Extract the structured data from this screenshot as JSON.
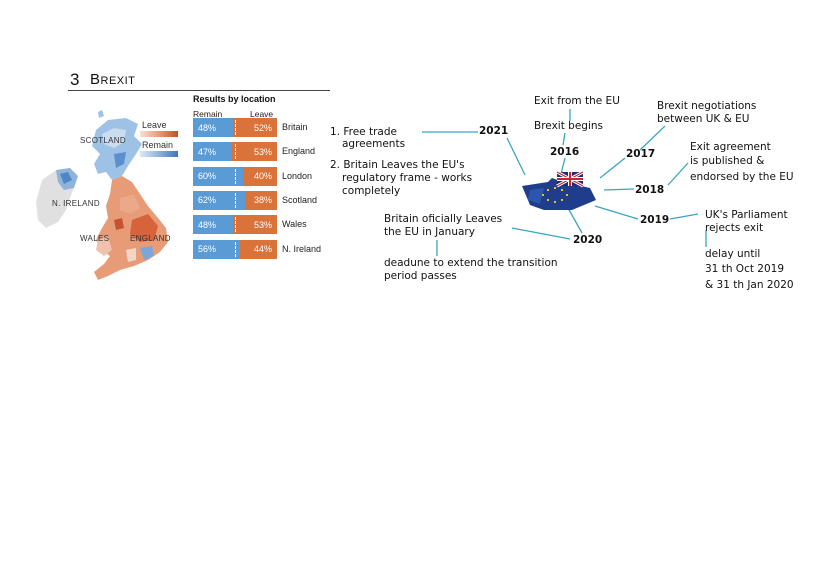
{
  "section": {
    "number": "3",
    "title": "Brexit"
  },
  "map": {
    "labels": {
      "scotland": "SCOTLAND",
      "n_ireland": "N. IRELAND",
      "wales": "WALES",
      "england": "ENGLAND"
    },
    "legend": {
      "leave": "Leave",
      "remain": "Remain"
    },
    "colors": {
      "remain": "#5b9bd5",
      "leave": "#d9733a"
    }
  },
  "results": {
    "title": "Results by location",
    "col_remain": "Remain",
    "col_leave": "Leave",
    "rows": [
      {
        "remain": "48%",
        "leave": "52%",
        "place": "Britain",
        "remain_share": 0.48
      },
      {
        "remain": "47%",
        "leave": "53%",
        "place": "England",
        "remain_share": 0.47
      },
      {
        "remain": "60%",
        "leave": "40%",
        "place": "London",
        "remain_share": 0.6
      },
      {
        "remain": "62%",
        "leave": "38%",
        "place": "Scotland",
        "remain_share": 0.62
      },
      {
        "remain": "48%",
        "leave": "53%",
        "place": "Wales",
        "remain_share": 0.48
      },
      {
        "remain": "56%",
        "leave": "44%",
        "place": "N. Ireland",
        "remain_share": 0.56
      }
    ]
  },
  "timeline": {
    "years": {
      "y2016": "2016",
      "y2017": "2017",
      "y2018": "2018",
      "y2019": "2019",
      "y2020": "2020",
      "y2021": "2021"
    },
    "notes": {
      "exit_from_eu": "Exit from the EU",
      "brexit_begins": "Brexit begins",
      "negotiations_1": "Brexit negotiations",
      "negotiations_2": "between UK & EU",
      "agreement_1": "Exit agreement",
      "agreement_2": "is published &",
      "agreement_3": "endorsed by the EU",
      "parliament_1": "UK's Parliament",
      "parliament_2": "rejects exit",
      "delay_1": "delay until",
      "delay_2": "31 th Oct 2019",
      "delay_3": "& 31 th Jan 2020",
      "leaves_1": "Britain oficially Leaves",
      "leaves_2": "the EU in January",
      "deadline_1": "deadune to extend the transition",
      "deadline_2": "period passes",
      "trade_1": "1. Free trade",
      "trade_2": "agreements",
      "reg_1": "2. Britain Leaves the EU's",
      "reg_2": "regulatory frame - works",
      "reg_3": "completely"
    }
  }
}
